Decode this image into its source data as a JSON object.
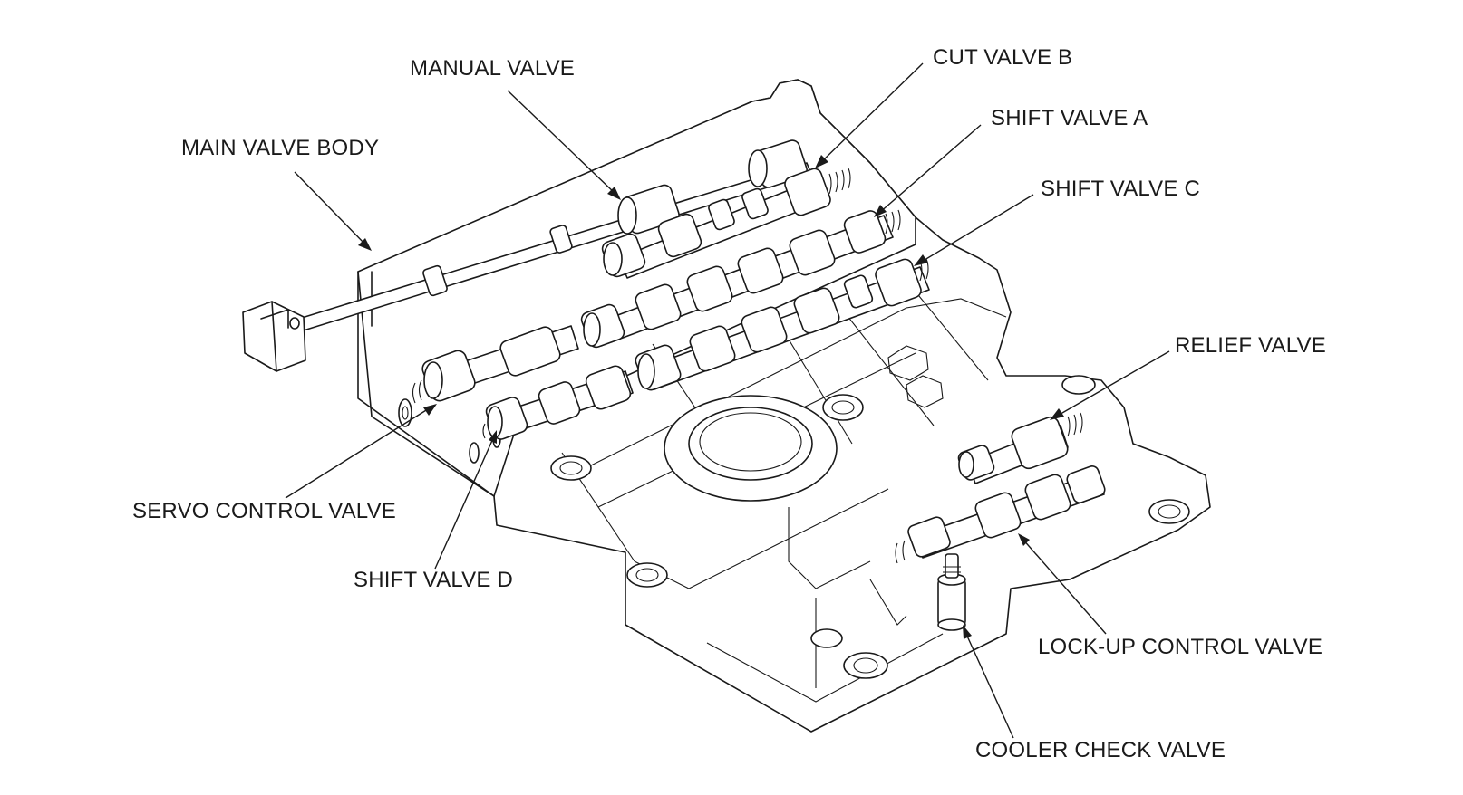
{
  "labels": {
    "manual_valve": "MANUAL VALVE",
    "cut_valve_b": "CUT VALVE B",
    "shift_valve_a": "SHIFT VALVE A",
    "main_valve_body": "MAIN VALVE BODY",
    "shift_valve_c": "SHIFT VALVE C",
    "relief_valve": "RELIEF VALVE",
    "servo_control_valve": "SERVO CONTROL VALVE",
    "shift_valve_d": "SHIFT VALVE D",
    "lock_up_control_valve": "LOCK-UP CONTROL VALVE",
    "cooler_check_valve": "COOLER CHECK VALVE"
  }
}
